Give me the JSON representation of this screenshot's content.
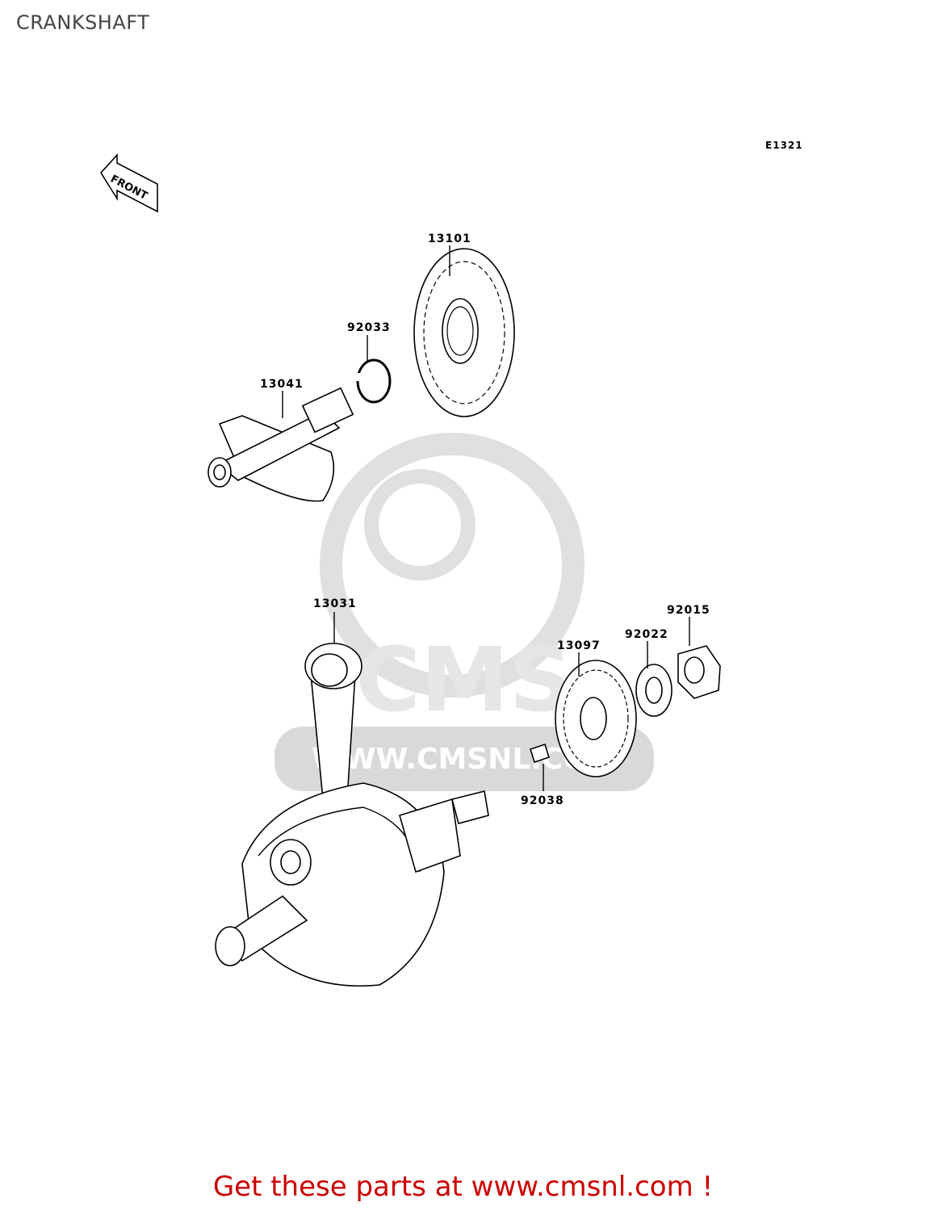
{
  "page": {
    "title": "CRANKSHAFT",
    "diagram_code": "E1321",
    "front_label": "FRONT",
    "watermark_brand": "CMS",
    "watermark_url": "WWW.CMSNL.COM",
    "footer": "Get these parts at www.cmsnl.com !"
  },
  "parts": [
    {
      "id": "part-13101",
      "number": "13101",
      "description": "gear"
    },
    {
      "id": "part-92033",
      "number": "92033",
      "description": "circlip"
    },
    {
      "id": "part-13041",
      "number": "13041",
      "description": "balancer shaft"
    },
    {
      "id": "part-13031",
      "number": "13031",
      "description": "crankshaft with connecting rod"
    },
    {
      "id": "part-13097",
      "number": "13097",
      "description": "gear"
    },
    {
      "id": "part-92022",
      "number": "92022",
      "description": "washer"
    },
    {
      "id": "part-92015",
      "number": "92015",
      "description": "nut"
    },
    {
      "id": "part-92038",
      "number": "92038",
      "description": "key"
    }
  ],
  "colors": {
    "footer": "#cc0000",
    "watermark": "#d9d9d9",
    "ink": "#000000"
  }
}
